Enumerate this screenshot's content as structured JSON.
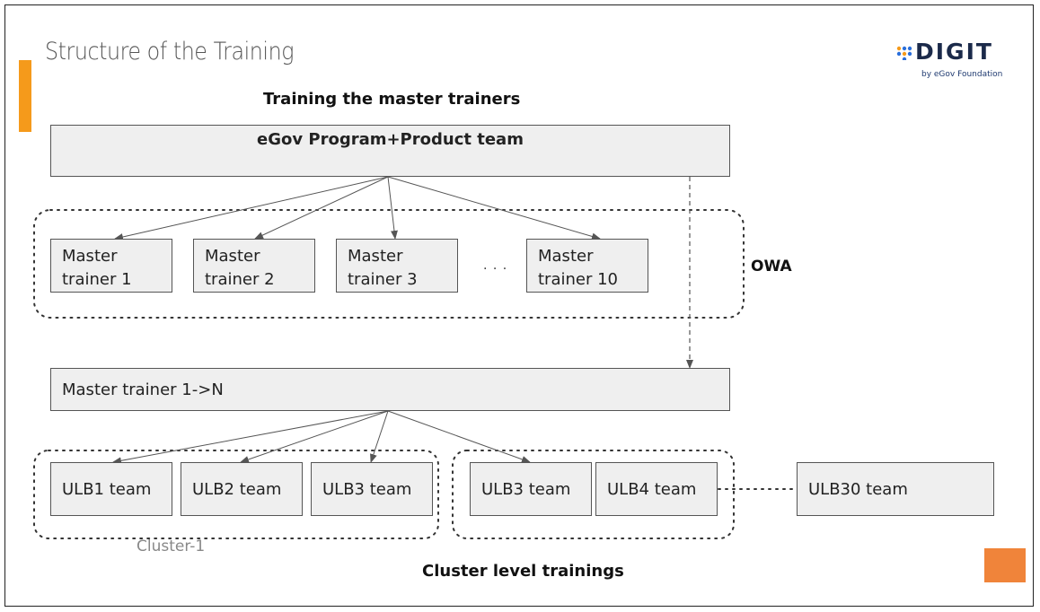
{
  "slide": {
    "title": "Structure of the Training",
    "logo": {
      "word": "DIGIT",
      "subtitle": "by eGov Foundation",
      "icon": "digit-dots-icon"
    },
    "heading_top": "Training the master trainers",
    "heading_bottom": "Cluster level trainings"
  },
  "diagram": {
    "top_box": "eGov Program+Product team",
    "owa_label": "OWA",
    "master_trainers": [
      {
        "line1": "Master",
        "line2": "trainer 1"
      },
      {
        "line1": "Master",
        "line2": "trainer 2"
      },
      {
        "line1": "Master",
        "line2": "trainer 3"
      },
      {
        "line1": "Master",
        "line2": "trainer 10"
      }
    ],
    "ellipsis": ". . .",
    "middle_box": "Master trainer 1->N",
    "ulb_teams": [
      "ULB1 team",
      "ULB2 team",
      "ULB3 team",
      "ULB3 team",
      "ULB4 team",
      "ULB30 team"
    ],
    "cluster_label": "Cluster-1"
  },
  "colors": {
    "accent_bar": "#F59A1B",
    "corner_square": "#F0843A",
    "box_fill": "#efefef"
  }
}
